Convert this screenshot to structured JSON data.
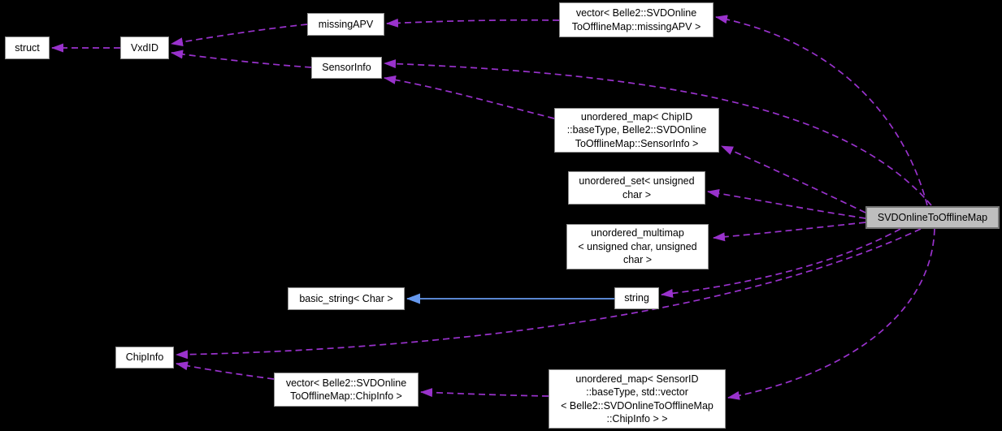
{
  "diagram": {
    "type": "collaboration-graph",
    "focus_class": "SVDOnlineToOfflineMap",
    "colors": {
      "background": "#000000",
      "usage_edge": "#9932cc",
      "inheritance_edge": "#6699ee",
      "node_background": "#ffffff",
      "node_border": "#8f8f8f",
      "focus_node_background": "#bebebe",
      "focus_node_border": "#747474",
      "text": "#000000"
    },
    "nodes": [
      {
        "id": "struct",
        "label": "struct"
      },
      {
        "id": "vxdid",
        "label": "VxdID"
      },
      {
        "id": "missing-apv",
        "label": "missingAPV"
      },
      {
        "id": "sensor-info",
        "label": "SensorInfo"
      },
      {
        "id": "vector-missing-apv",
        "label": "vector< Belle2::SVDOnline\nToOfflineMap::missingAPV >"
      },
      {
        "id": "unordered-map-chipid",
        "label": "unordered_map< ChipID\n::baseType, Belle2::SVDOnline\nToOfflineMap::SensorInfo >"
      },
      {
        "id": "unordered-set",
        "label": "unordered_set< unsigned\nchar >"
      },
      {
        "id": "unordered-multimap",
        "label": "unordered_multimap\n< unsigned char, unsigned\nchar >"
      },
      {
        "id": "basic-string",
        "label": "basic_string< Char >"
      },
      {
        "id": "string",
        "label": "string"
      },
      {
        "id": "chip-info",
        "label": "ChipInfo"
      },
      {
        "id": "vector-chip-info",
        "label": "vector< Belle2::SVDOnline\nToOfflineMap::ChipInfo >"
      },
      {
        "id": "unordered-map-sensorid",
        "label": "unordered_map< SensorID\n::baseType, std::vector\n< Belle2::SVDOnlineToOfflineMap\n::ChipInfo > >"
      },
      {
        "id": "svd-online-to-offline-map",
        "label": "SVDOnlineToOfflineMap"
      }
    ],
    "edges": [
      {
        "from": "vxdid",
        "to": "struct",
        "style": "dashed-usage"
      },
      {
        "from": "missing-apv",
        "to": "vxdid",
        "style": "dashed-usage"
      },
      {
        "from": "sensor-info",
        "to": "vxdid",
        "style": "dashed-usage"
      },
      {
        "from": "vector-missing-apv",
        "to": "missing-apv",
        "style": "dashed-usage"
      },
      {
        "from": "unordered-map-chipid",
        "to": "sensor-info",
        "style": "dashed-usage"
      },
      {
        "from": "string",
        "to": "basic-string",
        "style": "solid-inheritance"
      },
      {
        "from": "vector-chip-info",
        "to": "chip-info",
        "style": "dashed-usage"
      },
      {
        "from": "unordered-map-sensorid",
        "to": "vector-chip-info",
        "style": "dashed-usage"
      },
      {
        "from": "svd-online-to-offline-map",
        "to": "vector-missing-apv",
        "style": "dashed-usage"
      },
      {
        "from": "svd-online-to-offline-map",
        "to": "sensor-info",
        "style": "dashed-usage"
      },
      {
        "from": "svd-online-to-offline-map",
        "to": "unordered-map-chipid",
        "style": "dashed-usage"
      },
      {
        "from": "svd-online-to-offline-map",
        "to": "unordered-set",
        "style": "dashed-usage"
      },
      {
        "from": "svd-online-to-offline-map",
        "to": "unordered-multimap",
        "style": "dashed-usage"
      },
      {
        "from": "svd-online-to-offline-map",
        "to": "string",
        "style": "dashed-usage"
      },
      {
        "from": "svd-online-to-offline-map",
        "to": "chip-info",
        "style": "dashed-usage"
      },
      {
        "from": "svd-online-to-offline-map",
        "to": "unordered-map-sensorid",
        "style": "dashed-usage"
      }
    ]
  }
}
